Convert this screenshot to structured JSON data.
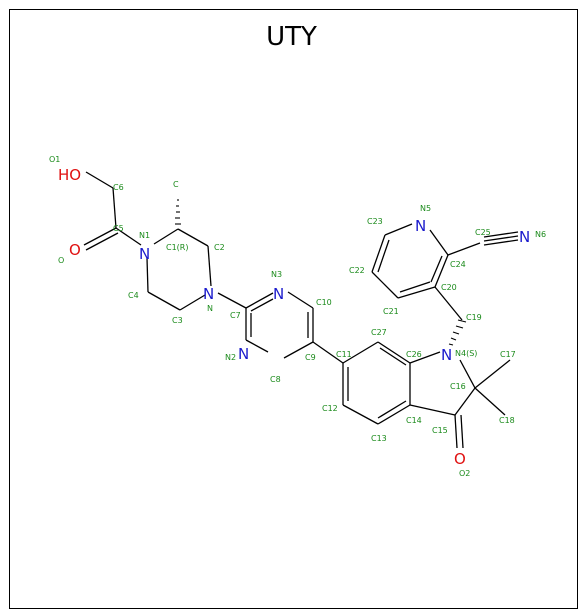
{
  "title": "UTY",
  "colors": {
    "carbon_label": "#1a8a1a",
    "nitrogen": "#1a1acc",
    "oxygen": "#e01010",
    "bond": "#000000"
  },
  "atoms": [
    {
      "id": "HO",
      "text": "HO",
      "color": "#e01010"
    },
    {
      "id": "O5",
      "text": "O",
      "color": "#e01010"
    },
    {
      "id": "N1",
      "text": "N",
      "color": "#1a1acc"
    },
    {
      "id": "N",
      "text": "N",
      "color": "#1a1acc"
    },
    {
      "id": "N3",
      "text": "N",
      "color": "#1a1acc"
    },
    {
      "id": "N2",
      "text": "N",
      "color": "#1a1acc"
    },
    {
      "id": "N5",
      "text": "N",
      "color": "#1a1acc"
    },
    {
      "id": "N6",
      "text": "N",
      "color": "#1a1acc"
    },
    {
      "id": "N4",
      "text": "N",
      "color": "#1a1acc"
    },
    {
      "id": "O2",
      "text": "O",
      "color": "#e01010"
    }
  ],
  "labels": [
    "O1",
    "C6",
    "C",
    "C5",
    "N1",
    "C1(R)",
    "C2",
    "O",
    "C4",
    "C3",
    "N",
    "N3",
    "C7",
    "C10",
    "N2",
    "C9",
    "C8",
    "C23",
    "N5",
    "C25",
    "N6",
    "C22",
    "C24",
    "C20",
    "C21",
    "C19",
    "C27",
    "C11",
    "C26",
    "N4(S)",
    "C17",
    "C16",
    "C12",
    "C14",
    "C15",
    "C18",
    "C13",
    "O2"
  ]
}
